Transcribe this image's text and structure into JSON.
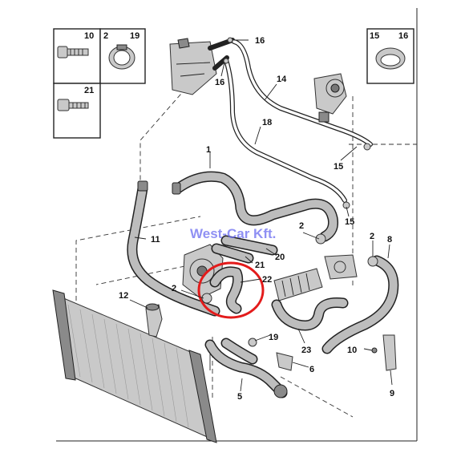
{
  "callouts": {
    "c1": "1",
    "c2a": "2",
    "c2b": "2",
    "c2c": "2",
    "c5": "5",
    "c6": "6",
    "c8": "8",
    "c9": "9",
    "c10": "10",
    "c11": "11",
    "c12": "12",
    "c14": "14",
    "c15a": "15",
    "c15b": "15",
    "c16a": "16",
    "c16b": "16",
    "c18": "18",
    "c19": "19",
    "c20": "20",
    "c21": "21",
    "c22": "22",
    "c23": "23"
  },
  "inset_left": {
    "top_left": "10",
    "top_mid": "2",
    "top_right": "19",
    "bottom": "21"
  },
  "inset_right": {
    "left": "15",
    "right": "16"
  },
  "watermark": "West-Car Kft.",
  "colors": {
    "highlight": "#e31b1b",
    "watermark": "#6a6cf0",
    "line": "#222222"
  }
}
